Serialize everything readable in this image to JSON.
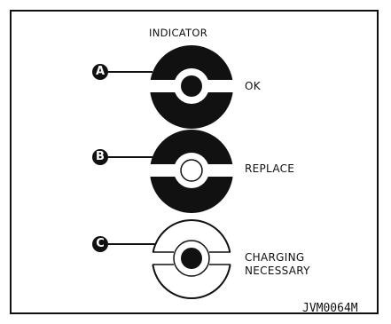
{
  "header_label": "INDICATOR",
  "indicators": [
    {
      "marker": "A",
      "state_text": "OK"
    },
    {
      "marker": "B",
      "state_text": "REPLACE"
    },
    {
      "marker": "C",
      "state_text": "CHARGING\nNECESSARY"
    }
  ],
  "figure_code": "JVM0064M"
}
